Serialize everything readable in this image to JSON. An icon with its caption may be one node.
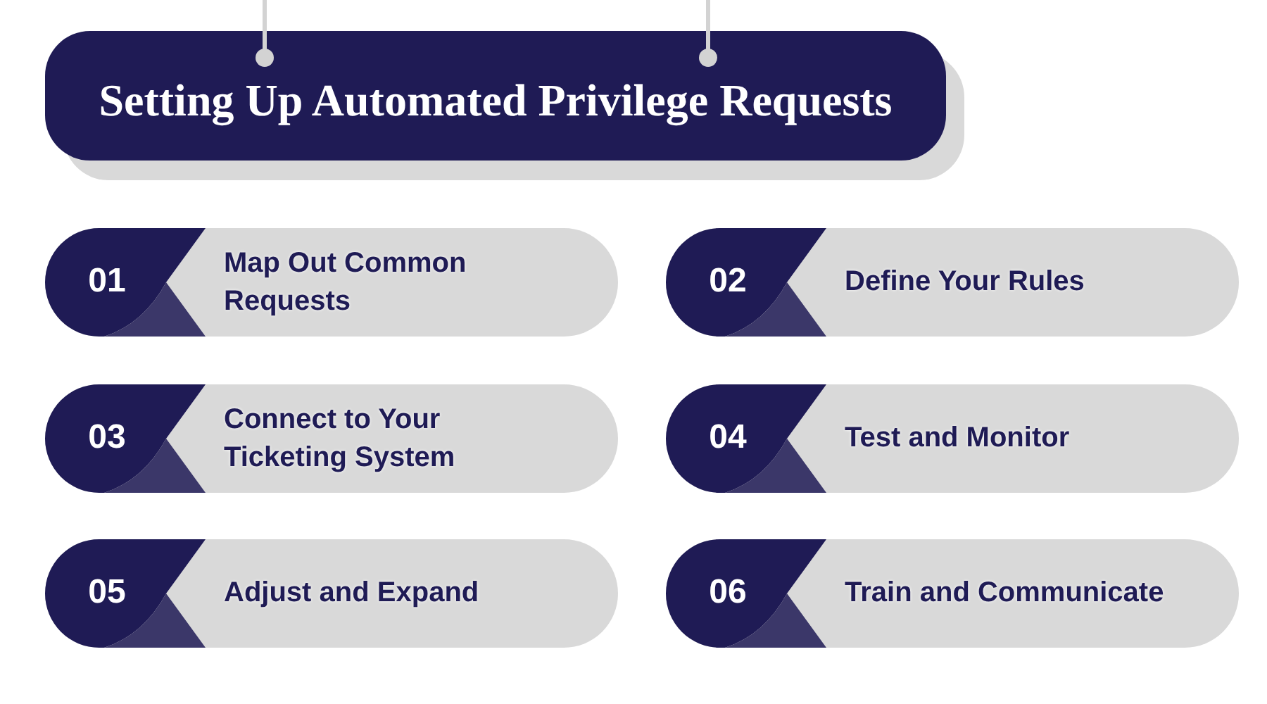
{
  "diagram": {
    "nodes": [
      {
        "text": [
          "Setting Up Automated Privilege Requests"
        ]
      },
      {
        "text": [
          "01",
          "Map Out Common Requests"
        ]
      },
      {
        "text": [
          "02",
          "Define Your Rules"
        ]
      },
      {
        "text": [
          "03",
          "Connect to Your Ticketing System"
        ]
      },
      {
        "text": [
          "04",
          "Test and Monitor"
        ]
      },
      {
        "text": [
          "05",
          "Adjust and Expand"
        ]
      },
      {
        "text": [
          "06",
          "Train and Communicate"
        ]
      }
    ],
    "edges": []
  }
}
